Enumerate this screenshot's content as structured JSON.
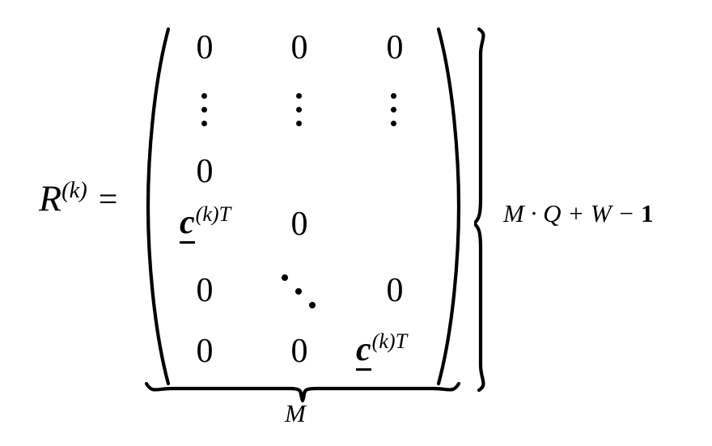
{
  "figure": {
    "kind": "matrix-equation",
    "background_color": "#ffffff",
    "ink_color": "#000000"
  },
  "lhs": {
    "symbol": "R",
    "superscript": "(k)",
    "equals": "="
  },
  "matrix": {
    "open_delimiter": "(",
    "close_delimiter": ")",
    "columns": 3,
    "rows": [
      {
        "cells": [
          "0",
          "0",
          "0"
        ]
      },
      {
        "cells": [
          "⋮",
          "⋮",
          "⋮"
        ]
      },
      {
        "cells": [
          "0",
          "",
          ""
        ]
      },
      {
        "cells": [
          "c_vec",
          "0",
          ""
        ]
      },
      {
        "cells": [
          "0",
          "⋱",
          "0"
        ]
      },
      {
        "cells": [
          "0",
          "0",
          "c_vec"
        ]
      }
    ],
    "vector_entry": {
      "symbol": "c",
      "underlined": true,
      "superscript": "(k)T",
      "superscript_paren_k": "(k)",
      "superscript_transpose": "T"
    },
    "zero_label": "0"
  },
  "annotations": {
    "right_brace_label": "M · Q + W − 1",
    "right_brace_parts": {
      "m": "M",
      "dot": "·",
      "q": "Q",
      "plus": "+",
      "w": "W",
      "minus": "−",
      "one": "1"
    },
    "bottom_brace_label": "M"
  }
}
